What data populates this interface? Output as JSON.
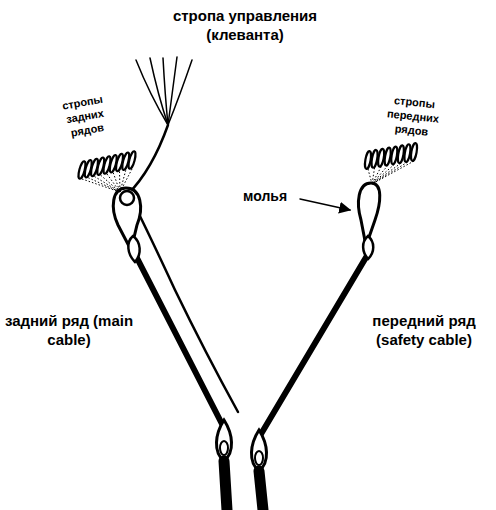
{
  "diagram": {
    "labels": [
      "стропа управления (клеванта)",
      "стропы задних рядов",
      "стропы передних рядов",
      "молья",
      "задний ряд (main cable)",
      "передний ряд (safety cable)"
    ]
  }
}
